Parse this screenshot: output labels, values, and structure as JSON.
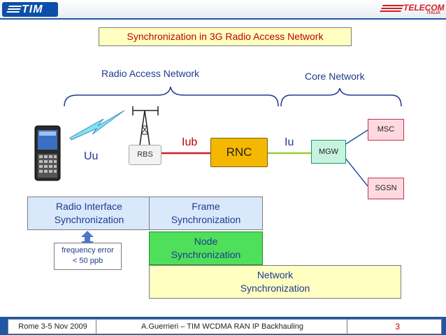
{
  "header": {
    "left_logo_text": "TIM",
    "right_logo_text": "TELECOM",
    "right_logo_sub": "ITALIA"
  },
  "title": "Synchronization in 3G Radio Access Network",
  "sections": {
    "ran": "Radio Access Network",
    "core": "Core Network"
  },
  "nodes": {
    "rbs": "RBS",
    "rnc": "RNC",
    "mgw": "MGW",
    "msc": "MSC",
    "sgsn": "SGSN"
  },
  "interfaces": {
    "uu": "Uu",
    "iub": "Iub",
    "iu": "Iu"
  },
  "sync": {
    "radio_line1": "Radio Interface",
    "radio_line2": "Synchronization",
    "frame_line1": "Frame",
    "frame_line2": "Synchronization",
    "node_line1": "Node",
    "node_line2": "Synchronization",
    "network_line1": "Network",
    "network_line2": "Synchronization",
    "freq_line1": "frequency error",
    "freq_line2": "< 50 ppb"
  },
  "footer": {
    "date": "Rome 3-5 Nov 2009",
    "author": "A.Guerrieri – TIM WCDMA RAN IP Backhauling",
    "page": "3"
  },
  "colors": {
    "accent_blue": "#1f57a6",
    "title_red": "#c00000",
    "rnc_orange": "#f5b800",
    "node_green": "#4fe05b",
    "iub_line": "#d11f25",
    "iu_line": "#9acd32"
  }
}
